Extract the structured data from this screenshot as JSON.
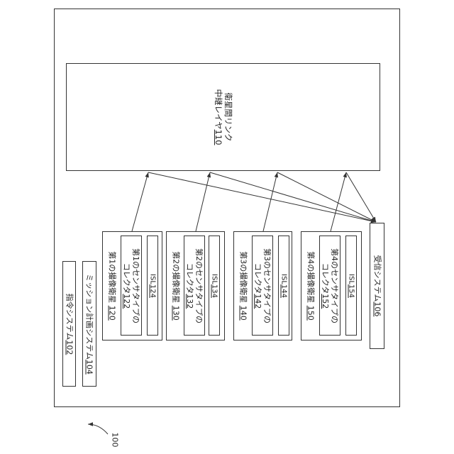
{
  "system_ref": "100",
  "relay": {
    "line1": "衛星間リンク",
    "line2_prefix": "中継レイヤ",
    "ref": "110"
  },
  "command_system": {
    "label": "指令システム",
    "ref": "102"
  },
  "mission_system": {
    "label": "ミッション計画システム",
    "ref": "104"
  },
  "receive_system": {
    "label": "受信システム",
    "ref": "106"
  },
  "satellites": [
    {
      "label": "第1の撮像衛星",
      "ref": "120",
      "collector_line1": "第1のセンサタイプの",
      "collector_line2": "コレクタ",
      "collector_ref": "122",
      "isl_label": "ISL",
      "isl_ref": "124"
    },
    {
      "label": "第2の撮像衛星",
      "ref": "130",
      "collector_line1": "第2のセンサタイプの",
      "collector_line2": "コレクタ",
      "collector_ref": "132",
      "isl_label": "ISL",
      "isl_ref": "134"
    },
    {
      "label": "第3の撮像衛星",
      "ref": "140",
      "collector_line1": "第3のセンサタイプの",
      "collector_line2": "コレクタ",
      "collector_ref": "142",
      "isl_label": "ISL",
      "isl_ref": "144"
    },
    {
      "label": "第4の撮像衛星",
      "ref": "150",
      "collector_line1": "第4のセンサタイプの",
      "collector_line2": "コレクタ",
      "collector_ref": "152",
      "isl_label": "ISL",
      "isl_ref": "154"
    }
  ]
}
